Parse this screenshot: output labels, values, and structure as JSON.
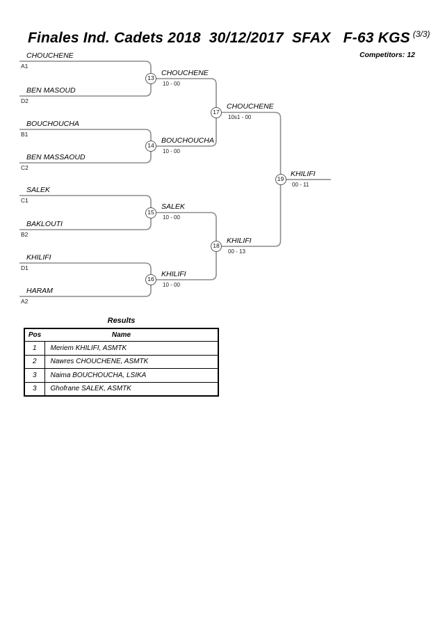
{
  "header": {
    "title": "Finales Ind. Cadets 2018  30/12/2017  SFAX   F-63 KGS",
    "title_suffix": "(3/3)",
    "competitors_label": "Competitors: 12"
  },
  "bracket": {
    "round1": [
      {
        "match_no": "13",
        "top_name": "CHOUCHENE",
        "top_seed": "A1",
        "bottom_name": "BEN MASOUD",
        "bottom_seed": "D2",
        "winner": "CHOUCHENE",
        "score": "10 - 00"
      },
      {
        "match_no": "14",
        "top_name": "BOUCHOUCHA",
        "top_seed": "B1",
        "bottom_name": "BEN MASSAOUD",
        "bottom_seed": "C2",
        "winner": "BOUCHOUCHA",
        "score": "10 - 00"
      },
      {
        "match_no": "15",
        "top_name": "SALEK",
        "top_seed": "C1",
        "bottom_name": "BAKLOUTI",
        "bottom_seed": "B2",
        "winner": "SALEK",
        "score": "10 - 00"
      },
      {
        "match_no": "16",
        "top_name": "KHILIFI",
        "top_seed": "D1",
        "bottom_name": "HARAM",
        "bottom_seed": "A2",
        "winner": "KHILIFI",
        "score": "10 - 00"
      }
    ],
    "semifinals": [
      {
        "match_no": "17",
        "winner": "CHOUCHENE",
        "score": "10s1 - 00"
      },
      {
        "match_no": "18",
        "winner": "KHILIFI",
        "score": "00 - 13"
      }
    ],
    "final": {
      "match_no": "19",
      "winner": "KHILIFI",
      "score": "00 - 11"
    }
  },
  "results": {
    "title": "Results",
    "columns": {
      "pos": "Pos",
      "name": "Name"
    },
    "rows": [
      {
        "pos": "1",
        "name": "Meriem KHILIFI, ASMTK"
      },
      {
        "pos": "2",
        "name": "Nawres CHOUCHENE, ASMTK"
      },
      {
        "pos": "3",
        "name": "Naima BOUCHOUCHA, LSIKA"
      },
      {
        "pos": "3",
        "name": "Ghofrane SALEK, ASMTK"
      }
    ]
  }
}
